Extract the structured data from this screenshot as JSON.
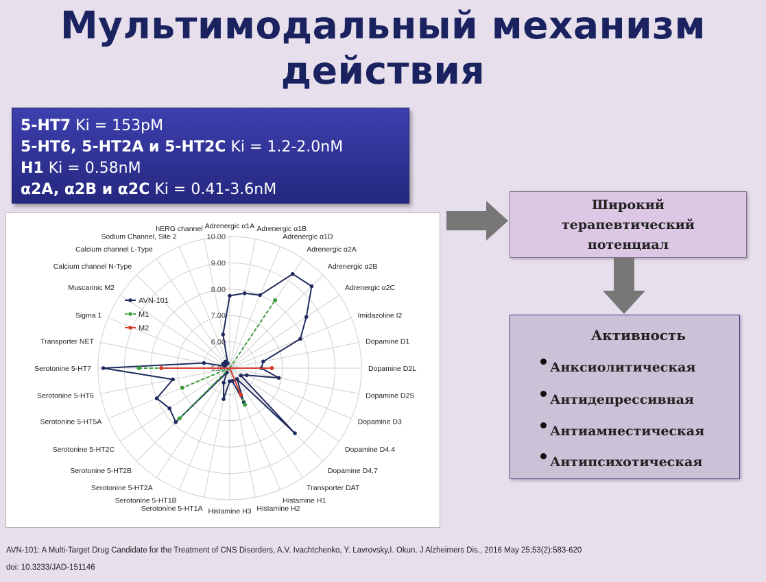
{
  "title": {
    "line1": "Мультимодальный механизм",
    "line2": "действия"
  },
  "affinity_box": {
    "lines": [
      {
        "receptors": "5-HT7",
        "ki": "Ki = 153pM"
      },
      {
        "receptors": "5-HT6, 5-HT2A и 5-HT2C",
        "ki": "Ki = 1.2-2.0nM"
      },
      {
        "receptors": "H1",
        "ki": "Ki = 0.58nM"
      },
      {
        "receptors": "α2A, α2B и α2C",
        "ki": "Ki = 0.41-3.6nM"
      }
    ]
  },
  "potential_box": {
    "lines": [
      "Широкий",
      "терапевтический",
      "потенциал"
    ]
  },
  "activity_box": {
    "heading": "Активность",
    "items": [
      "Анксиолитическая",
      "Антидепрессивная",
      "Антиамнестическая",
      "Антипсихотическая"
    ]
  },
  "colors": {
    "title": "#1a2360",
    "box_blue": "#2f3296",
    "avn101": "#1f2a5e",
    "m1": "#3a9e3a",
    "m2": "#d83a2e",
    "arrow": "#777777"
  },
  "chart_data": {
    "type": "radar",
    "categories": [
      "Adrenergic α1A",
      "Adrenergic α1B",
      "Adrenergic α1D",
      "Adrenergic α2A",
      "Adrenergic α2B",
      "Adrenergic α2C",
      "Imidazoline I2",
      "Dopamine D1",
      "Dopamine D2L",
      "Dopamine D2S",
      "Dopamine D3",
      "Dopamine D4.4",
      "Dopamine D4.7",
      "Transporter DAT",
      "Histamine H1",
      "Histamine H2",
      "Histamine H3",
      "Serotonine 5-HT1A",
      "Serotonine 5-HT1B",
      "Serotonine 5-HT2A",
      "Serotonine 5-HT2B",
      "Serotonine 5-HT2C",
      "Serotonine 5-HT5A",
      "Serotonine 5-HT6",
      "Serotonine 5-HT7",
      "Transporter NET",
      "Sigma 1",
      "Muscarinic M2",
      "Calcium channel N-Type",
      "Calcium channel L-Type",
      "Sodium Channel, Site 2",
      "hERG channel"
    ],
    "r_ticks": [
      "5.00",
      "6.00",
      "7.00",
      "8.00",
      "9.00",
      "10.00"
    ],
    "r_range": [
      5,
      10
    ],
    "grid": true,
    "legend_position": "upper-left",
    "series": [
      {
        "name": "AVN-101",
        "values": [
          7.75,
          7.9,
          8.0,
          9.3,
          9.4,
          8.5,
          7.9,
          6.3,
          6.2,
          6.9,
          5.7,
          5.5,
          8.5,
          5.5,
          6.4,
          5.5,
          5.5,
          6.2,
          5.6,
          5.2,
          7.9,
          7.75,
          8.0,
          7.2,
          9.8,
          6.0,
          5.2,
          5.3,
          5.2,
          5.3,
          5.2,
          6.3
        ]
      },
      {
        "name": "M1",
        "values": [
          null,
          null,
          null,
          8.1,
          null,
          null,
          null,
          null,
          null,
          null,
          null,
          null,
          null,
          null,
          6.5,
          null,
          null,
          null,
          null,
          null,
          7.7,
          null,
          6.95,
          null,
          8.45,
          null,
          null,
          null,
          null,
          null,
          null,
          null
        ]
      },
      {
        "name": "M2",
        "values": [
          null,
          null,
          null,
          null,
          null,
          null,
          null,
          null,
          6.6,
          null,
          null,
          null,
          null,
          null,
          6.1,
          null,
          null,
          null,
          null,
          null,
          null,
          null,
          null,
          null,
          7.6,
          null,
          null,
          null,
          null,
          null,
          null,
          null
        ]
      }
    ]
  },
  "reference": {
    "line1": "AVN-101: A Multi-Target Drug Candidate for the Treatment of CNS Disorders, A.V. Ivachtchenko, Y. Lavrovsky,I. Okun. J Alzheimers Dis., 2016 May 25;53(2):583-620",
    "line2": "doi: 10.3233/JAD-151146"
  }
}
